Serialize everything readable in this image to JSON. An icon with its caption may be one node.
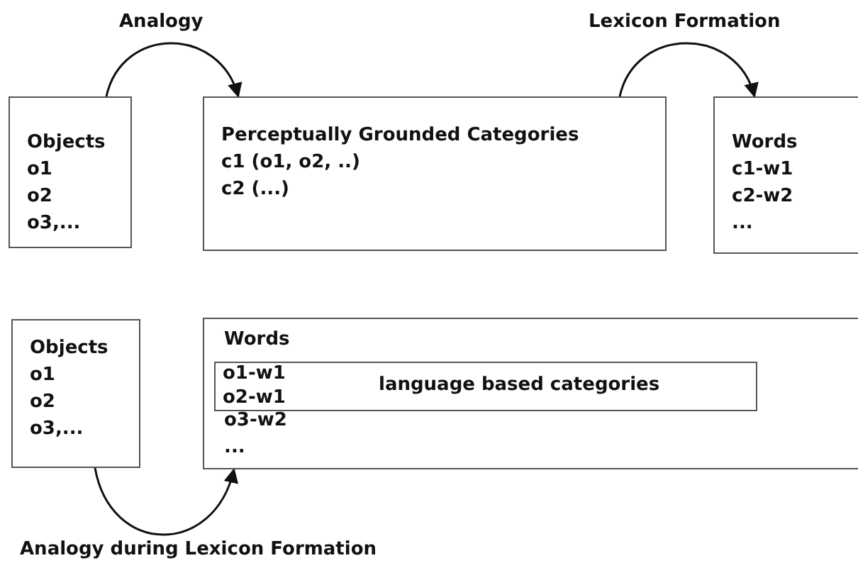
{
  "diagram": {
    "nodes": [
      {
        "text": [
          "Objects",
          "o1",
          "o2",
          "o3,..."
        ]
      },
      {
        "text": [
          "Perceptually Grounded Categories",
          "c1 (o1, o2, ..)",
          "c2 (...)"
        ]
      },
      {
        "text": [
          "Words",
          "c1-w1",
          "c2-w2",
          "..."
        ]
      },
      {
        "text": [
          "Objects",
          "o1",
          "o2",
          "o3,..."
        ]
      },
      {
        "text": [
          "Words",
          "o3-w2",
          "..."
        ]
      },
      {
        "text": [
          "o1-w1",
          "o2-w1",
          "language based categories"
        ],
        "in": 4
      }
    ],
    "edges": [
      {
        "from": 0,
        "to": 1,
        "arrow": "to",
        "label": "Analogy"
      },
      {
        "from": 1,
        "to": 2,
        "arrow": "to",
        "label": "Lexicon Formation"
      },
      {
        "from": 3,
        "to": 4,
        "arrow": "to",
        "label": "Analogy during Lexicon Formation"
      }
    ]
  }
}
